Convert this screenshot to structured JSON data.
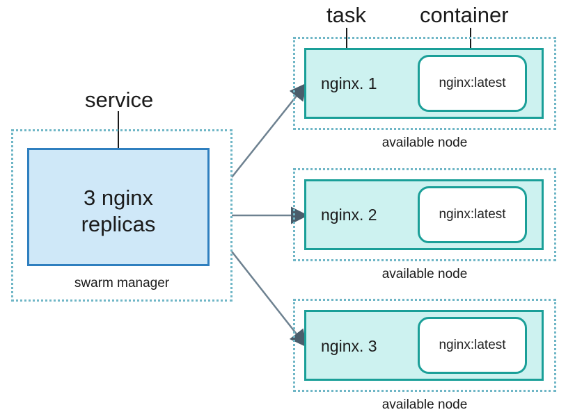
{
  "labels": {
    "service": "service",
    "task": "task",
    "container": "container"
  },
  "manager": {
    "line1": "3 nginx",
    "line2": "replicas",
    "caption": "swarm manager"
  },
  "nodes": [
    {
      "task": "nginx. 1",
      "container": "nginx:latest",
      "caption": "available node"
    },
    {
      "task": "nginx. 2",
      "container": "nginx:latest",
      "caption": "available node"
    },
    {
      "task": "nginx. 3",
      "container": "nginx:latest",
      "caption": "available node"
    }
  ],
  "colors": {
    "manager_fill": "#cfe8f8",
    "manager_border": "#2f7fbf",
    "node_fill": "#cdf2f0",
    "node_border": "#1a9f98",
    "dotted_border": "#6fb6c6",
    "arrow": "#5a6f7d"
  }
}
